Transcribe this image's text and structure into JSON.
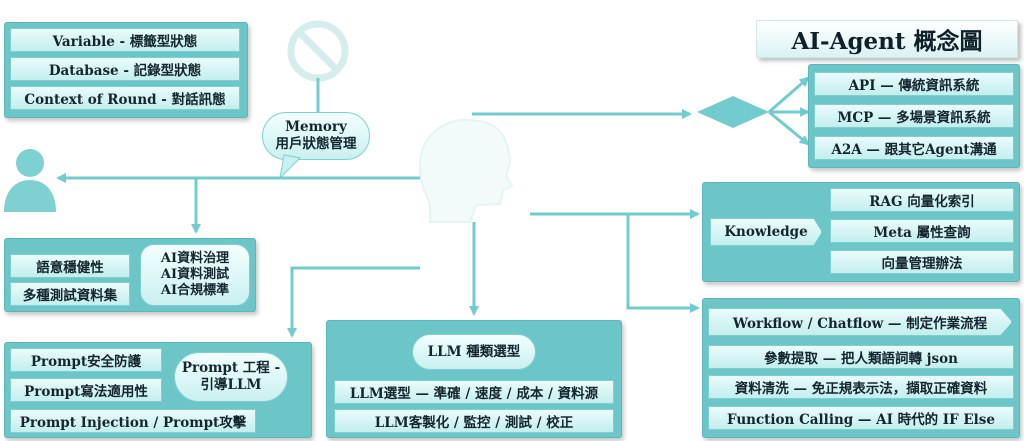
{
  "title": "AI-Agent 概念圖",
  "memory": {
    "states": [
      "Variable - 標籤型狀態",
      "Database - 記錄型狀態",
      "Context of Round - 對話訊態"
    ],
    "bubble_line1": "Memory",
    "bubble_line2": "用戶狀態管理"
  },
  "tools": {
    "items": [
      "API — 傳統資訊系統",
      "MCP — 多場景資訊系統",
      "A2A — 跟其它Agent溝通"
    ]
  },
  "knowledge": {
    "label": "Knowledge",
    "items": [
      "RAG 向量化索引",
      "Meta 屬性查詢",
      "向量管理辦法"
    ]
  },
  "workflow": {
    "items": [
      "Workflow / Chatflow — 制定作業流程",
      "參數提取 — 把人類語詞轉 json",
      "資料清洗 — 免正規表示法，擷取正確資料",
      "Function Calling — AI 時代的 IF Else"
    ]
  },
  "data_gov": {
    "items": [
      "語意穩健性",
      "多種測試資料集"
    ],
    "bubble": [
      "AI資料治理",
      "AI資料測試",
      "AI合規標準"
    ]
  },
  "prompt": {
    "items": [
      "Prompt安全防護",
      "Prompt寫法適用性",
      "Prompt Injection / Prompt攻擊"
    ],
    "bubble_line1": "Prompt 工程 -",
    "bubble_line2": "引導LLM"
  },
  "llm": {
    "bubble": "LLM 種類選型",
    "items": [
      "LLM選型 — 準確 / 速度 / 成本 / 資料源",
      "LLM客製化 / 監控 / 測試 / 校正"
    ]
  },
  "colors": {
    "accent": "#6cc6c8",
    "pill": "#d3f3f3",
    "line": "#72cbcc"
  }
}
